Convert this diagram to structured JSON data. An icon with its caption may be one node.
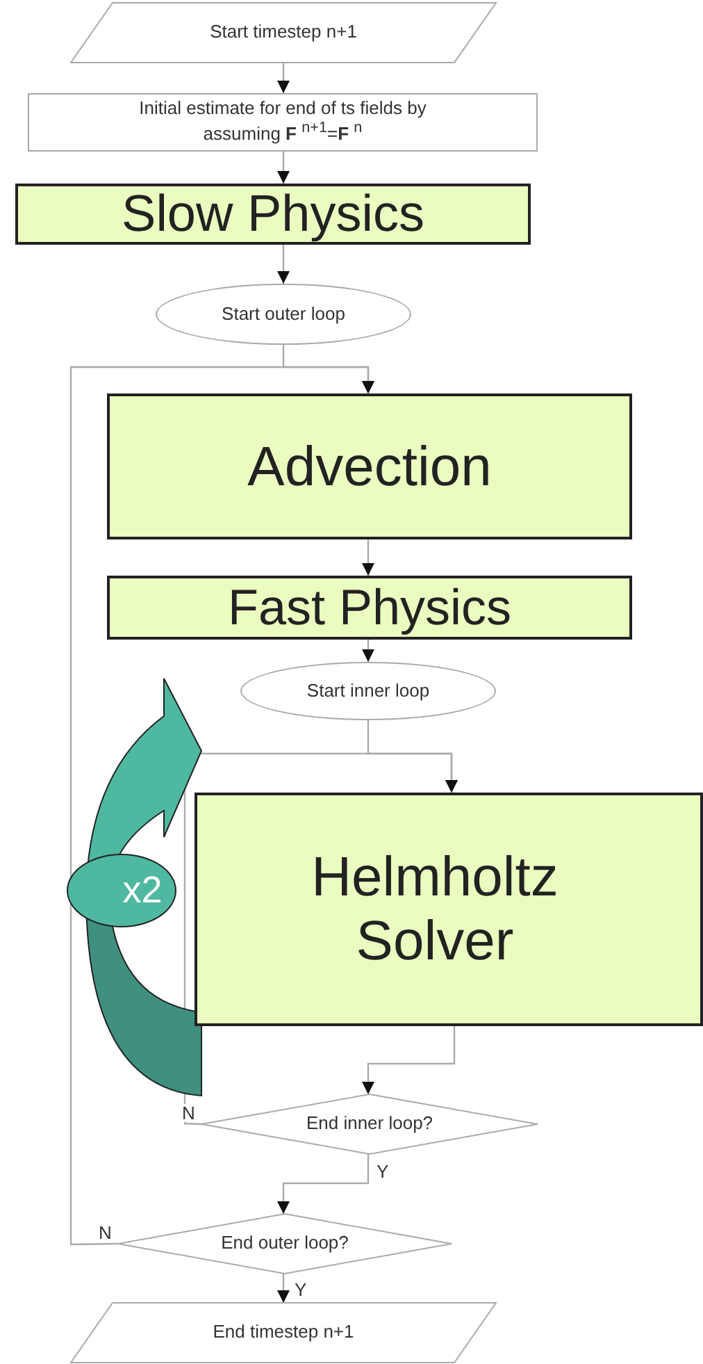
{
  "diagram": {
    "nodes": [
      {
        "text": [
          "Start timestep n+1"
        ]
      },
      {
        "text": [
          "Initial estimate for end of ts fields by assuming **F** $^{n+1}$=**F** $^{n}$"
        ]
      },
      {
        "text": [
          "Slow Physics"
        ]
      },
      {
        "text": [
          "Start outer loop"
        ]
      },
      {
        "text": [
          "Advection"
        ]
      },
      {
        "text": [
          "Fast Physics"
        ]
      },
      {
        "text": [
          "Start inner loop"
        ]
      },
      {
        "text": [
          "Helmholtz Solver"
        ]
      },
      {
        "text": [
          "End inner loop?"
        ]
      },
      {
        "text": [
          "End outer loop?"
        ]
      },
      {
        "text": [
          "End timestep n+1"
        ]
      },
      {
        "text": [
          "x2"
        ]
      }
    ],
    "edges": [
      {
        "from": 0,
        "to": 1,
        "arrow": "to"
      },
      {
        "from": 1,
        "to": 2,
        "arrow": "to"
      },
      {
        "from": 2,
        "to": 3,
        "arrow": "to"
      },
      {
        "from": 3,
        "to": 4,
        "arrow": "to"
      },
      {
        "from": 4,
        "to": 5,
        "arrow": "to"
      },
      {
        "from": 5,
        "to": 6,
        "arrow": "to"
      },
      {
        "from": 6,
        "to": 7,
        "arrow": "to"
      },
      {
        "from": 7,
        "to": 8,
        "arrow": "to"
      },
      {
        "from": 8,
        "to": 9,
        "arrow": "to",
        "label": "Y"
      },
      {
        "from": 9,
        "to": 10,
        "arrow": "to",
        "label": "Y"
      },
      {
        "from": 8,
        "to": 7,
        "arrow": "to",
        "label": "N"
      },
      {
        "from": 9,
        "to": 4,
        "arrow": "to",
        "label": "N"
      }
    ]
  }
}
